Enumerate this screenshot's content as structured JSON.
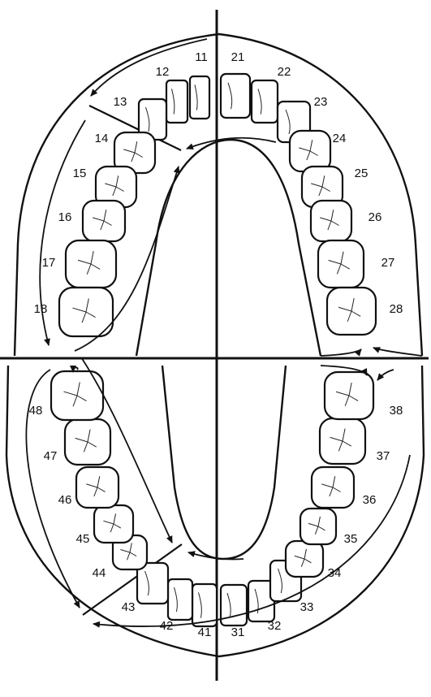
{
  "quadrants": [
    {
      "id": "upper-right",
      "teeth": [
        "11",
        "12",
        "13",
        "14",
        "15",
        "16",
        "17",
        "18"
      ]
    },
    {
      "id": "upper-left",
      "teeth": [
        "21",
        "22",
        "23",
        "24",
        "25",
        "26",
        "27",
        "28"
      ]
    },
    {
      "id": "lower-left",
      "teeth": [
        "31",
        "32",
        "33",
        "34",
        "35",
        "36",
        "37",
        "38"
      ]
    },
    {
      "id": "lower-right",
      "teeth": [
        "41",
        "42",
        "43",
        "44",
        "45",
        "46",
        "47",
        "48"
      ]
    }
  ],
  "colors": {
    "line": "#111111",
    "tooth_fill": "#ffffff",
    "background": "#ffffff"
  }
}
